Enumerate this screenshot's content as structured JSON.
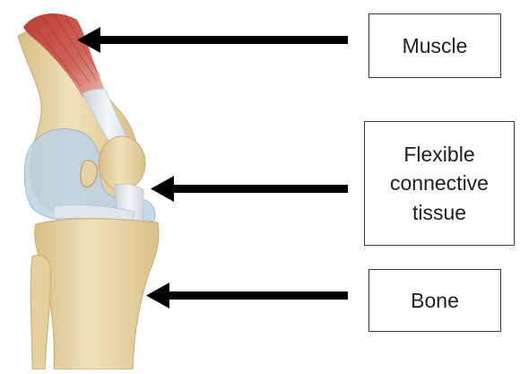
{
  "labels": [
    {
      "id": "muscle",
      "lines": [
        "Muscle"
      ]
    },
    {
      "id": "flexible-connective-tissue",
      "lines": [
        "Flexible",
        "connective",
        "tissue"
      ]
    },
    {
      "id": "bone",
      "lines": [
        "Bone"
      ]
    }
  ],
  "colors": {
    "muscle": "#c0504d",
    "tendon": "#e9eef2",
    "cartilage": "#bcd3e6",
    "bone": "#ecd9ae",
    "bone_shadow": "#d4b97e",
    "arrow": "#000000"
  }
}
